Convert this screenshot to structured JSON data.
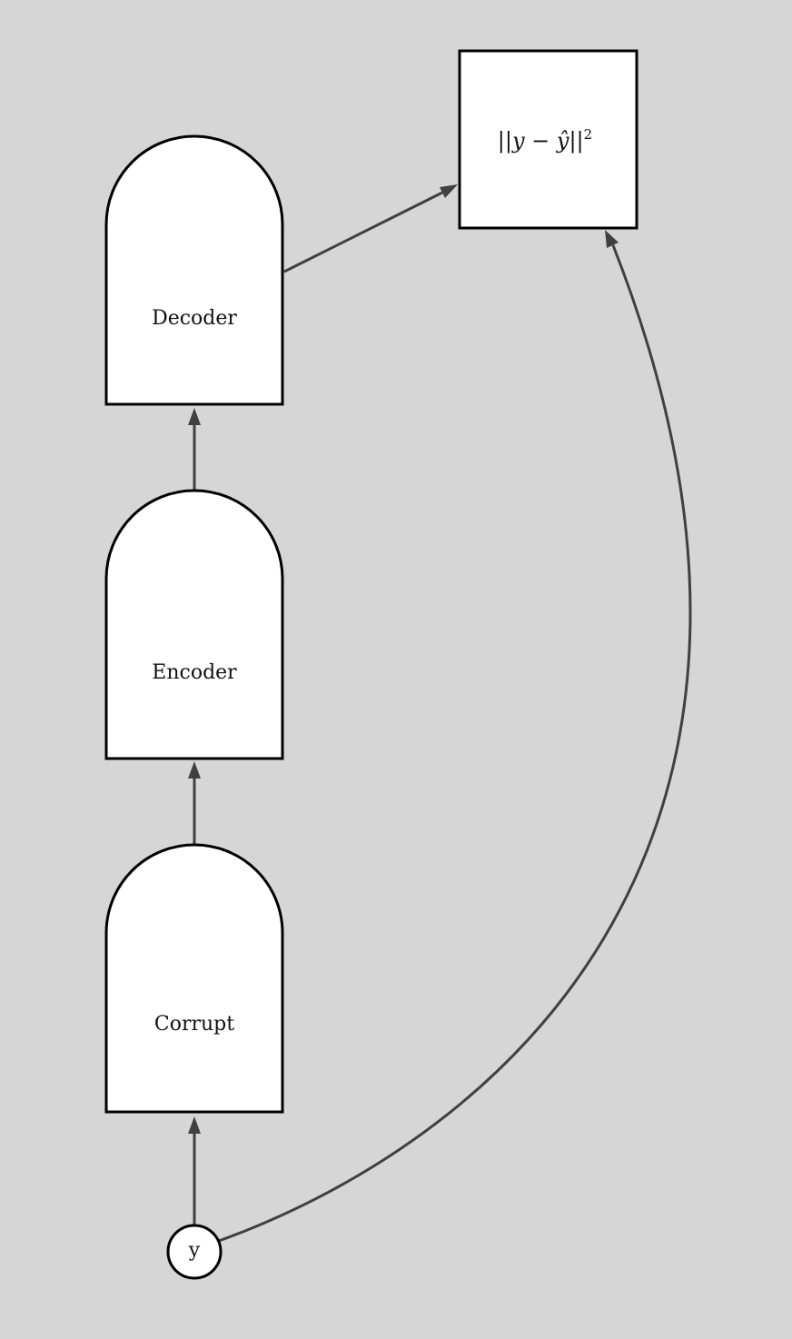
{
  "diagram": {
    "background": "#d6d6d6",
    "edge_color": "#404040",
    "nodes": {
      "input": {
        "label": "y",
        "shape": "circle"
      },
      "corrupt": {
        "label": "Corrupt",
        "shape": "rounded-top-box"
      },
      "encoder": {
        "label": "Encoder",
        "shape": "rounded-top-box"
      },
      "decoder": {
        "label": "Decoder",
        "shape": "rounded-top-box"
      },
      "loss": {
        "shape": "square",
        "parts": {
          "open_bars": "||",
          "y": "y",
          "minus": " − ",
          "y_hat": "ŷ",
          "close_bars": "||",
          "exponent": "2"
        }
      }
    },
    "edges": [
      {
        "from": "input",
        "to": "corrupt"
      },
      {
        "from": "corrupt",
        "to": "encoder"
      },
      {
        "from": "encoder",
        "to": "decoder"
      },
      {
        "from": "decoder",
        "to": "loss"
      },
      {
        "from": "input",
        "to": "loss"
      }
    ]
  }
}
